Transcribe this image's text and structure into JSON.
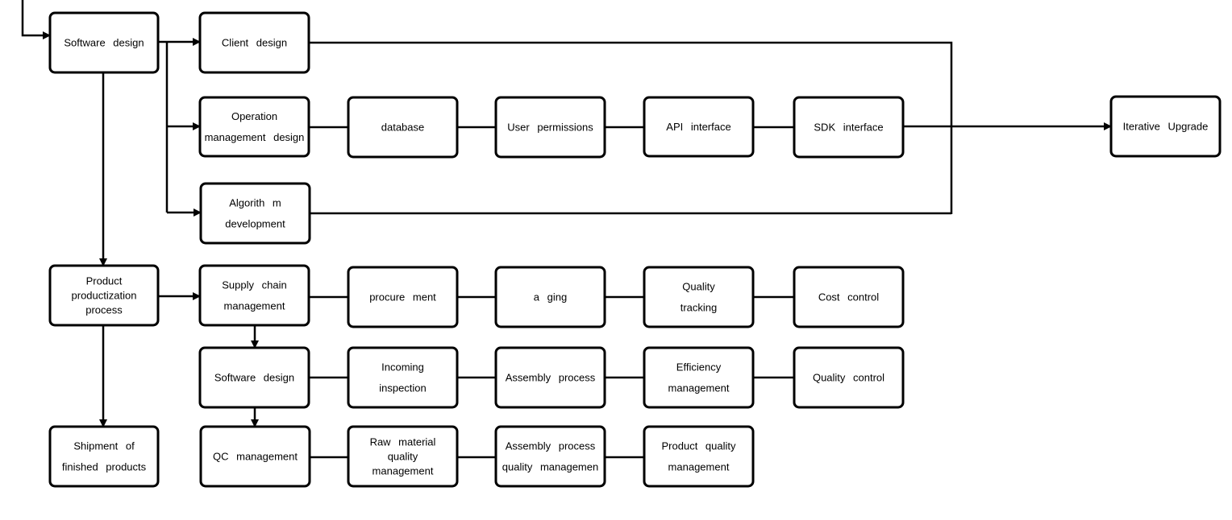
{
  "diagram": {
    "nodes": [
      {
        "id": "software-design-top",
        "lines": [
          "Software design"
        ]
      },
      {
        "id": "client-design",
        "lines": [
          "Client design"
        ]
      },
      {
        "id": "operation-management-design",
        "lines": [
          "Operation",
          "management design"
        ]
      },
      {
        "id": "database",
        "lines": [
          "database"
        ]
      },
      {
        "id": "user-permissions",
        "lines": [
          "User permissions"
        ]
      },
      {
        "id": "api-interface",
        "lines": [
          "API interface"
        ]
      },
      {
        "id": "sdk-interface",
        "lines": [
          "SDK interface"
        ]
      },
      {
        "id": "iterative-upgrade",
        "lines": [
          "Iterative Upgrade"
        ]
      },
      {
        "id": "algorithm-development",
        "lines": [
          "Algorith m",
          "development"
        ]
      },
      {
        "id": "product-productization-process",
        "lines": [
          "Product",
          "productization",
          "process"
        ]
      },
      {
        "id": "supply-chain-management",
        "lines": [
          "Supply chain",
          "management"
        ]
      },
      {
        "id": "procurement",
        "lines": [
          "procure ment"
        ]
      },
      {
        "id": "aging",
        "lines": [
          "a ging"
        ]
      },
      {
        "id": "quality-tracking",
        "lines": [
          "Quality",
          "tracking"
        ]
      },
      {
        "id": "cost-control",
        "lines": [
          "Cost control"
        ]
      },
      {
        "id": "software-design-mid",
        "lines": [
          "Software design"
        ]
      },
      {
        "id": "incoming-inspection",
        "lines": [
          "Incoming",
          "inspection"
        ]
      },
      {
        "id": "assembly-process",
        "lines": [
          "Assembly process"
        ]
      },
      {
        "id": "efficiency-management",
        "lines": [
          "Efficiency",
          "management"
        ]
      },
      {
        "id": "quality-control",
        "lines": [
          "Quality control"
        ]
      },
      {
        "id": "shipment-finished-products",
        "lines": [
          "Shipment of",
          "finished products"
        ]
      },
      {
        "id": "qc-management",
        "lines": [
          "QC management"
        ]
      },
      {
        "id": "raw-material-quality-management",
        "lines": [
          "Raw material",
          "quality",
          "management"
        ]
      },
      {
        "id": "assembly-process-quality-management",
        "lines": [
          "Assembly process",
          "quality managemen"
        ]
      },
      {
        "id": "product-quality-management",
        "lines": [
          "Product quality",
          "management"
        ]
      }
    ]
  }
}
